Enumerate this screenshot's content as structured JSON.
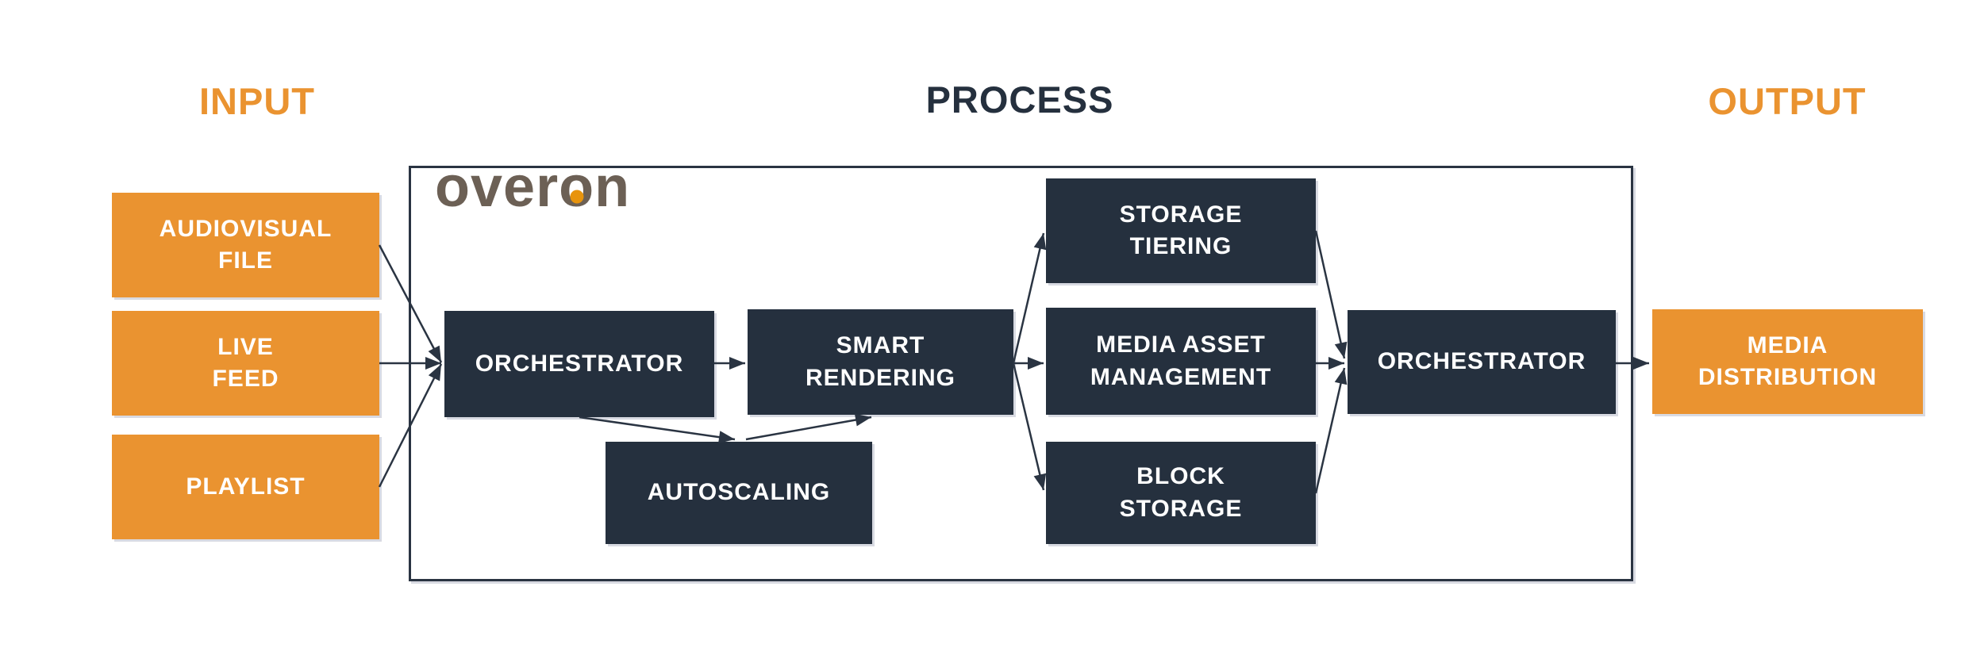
{
  "headers": {
    "input": "INPUT",
    "process": "PROCESS",
    "output": "OUTPUT"
  },
  "logo": {
    "pre": "over",
    "dotted": "o",
    "post": "n",
    "dot_icon": "orange-dot"
  },
  "nodes": {
    "audiovisual_file": {
      "label": "AUDIOVISUAL\nFILE",
      "group": "input"
    },
    "live_feed": {
      "label": "LIVE\nFEED",
      "group": "input"
    },
    "playlist": {
      "label": "PLAYLIST",
      "group": "input"
    },
    "orchestrator_1": {
      "label": "ORCHESTRATOR",
      "group": "process"
    },
    "smart_rendering": {
      "label": "SMART\nRENDERING",
      "group": "process"
    },
    "autoscaling": {
      "label": "AUTOSCALING",
      "group": "process"
    },
    "storage_tiering": {
      "label": "STORAGE\nTIERING",
      "group": "process"
    },
    "media_asset_management": {
      "label": "MEDIA ASSET\nMANAGEMENT",
      "group": "process"
    },
    "block_storage": {
      "label": "BLOCK\nSTORAGE",
      "group": "process"
    },
    "orchestrator_2": {
      "label": "ORCHESTRATOR",
      "group": "process"
    },
    "media_distribution": {
      "label": "MEDIA\nDISTRIBUTION",
      "group": "output"
    }
  },
  "edges": [
    {
      "from": "AUDIOVISUAL FILE",
      "to": "ORCHESTRATOR"
    },
    {
      "from": "LIVE FEED",
      "to": "ORCHESTRATOR"
    },
    {
      "from": "PLAYLIST",
      "to": "ORCHESTRATOR"
    },
    {
      "from": "ORCHESTRATOR",
      "to": "SMART RENDERING"
    },
    {
      "from": "ORCHESTRATOR",
      "to": "AUTOSCALING"
    },
    {
      "from": "AUTOSCALING",
      "to": "SMART RENDERING"
    },
    {
      "from": "SMART RENDERING",
      "to": "STORAGE TIERING"
    },
    {
      "from": "SMART RENDERING",
      "to": "MEDIA ASSET MANAGEMENT"
    },
    {
      "from": "SMART RENDERING",
      "to": "BLOCK STORAGE"
    },
    {
      "from": "STORAGE TIERING",
      "to": "ORCHESTRATOR 2"
    },
    {
      "from": "MEDIA ASSET MANAGEMENT",
      "to": "ORCHESTRATOR 2"
    },
    {
      "from": "BLOCK STORAGE",
      "to": "ORCHESTRATOR 2"
    },
    {
      "from": "ORCHESTRATOR 2",
      "to": "MEDIA DISTRIBUTION"
    }
  ],
  "colors": {
    "orange": "#EA9330",
    "navy": "#25303E",
    "line": "#2A3442",
    "logo_brown": "#6C6055",
    "logo_dot": "#E8940C",
    "box_text": "#FFFFFF",
    "background": "#FFFFFF"
  }
}
